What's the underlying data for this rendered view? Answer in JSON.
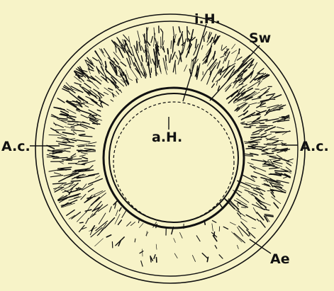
{
  "figure": {
    "background_color": "#f7f3c8",
    "ink_color": "#111111",
    "labels": {
      "inner_layer": "i.H.",
      "wall": "Sw",
      "outer_layer": "a.H.",
      "area_left": "A.c.",
      "area_right": "A.c.",
      "ectoderm": "Ae"
    }
  }
}
